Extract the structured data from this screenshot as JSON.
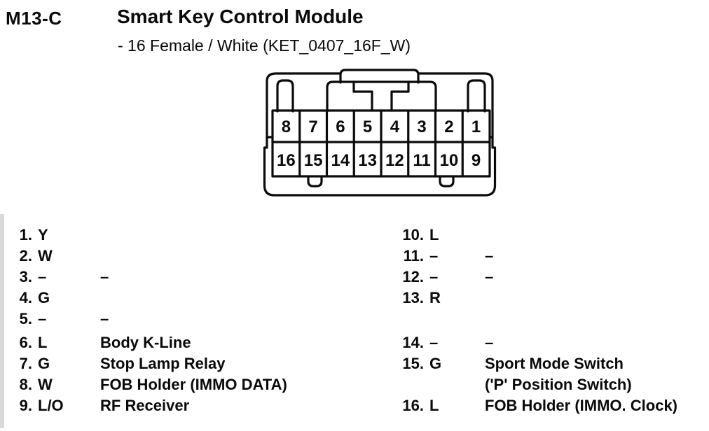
{
  "header": {
    "connector_id": "M13-C",
    "title": "Smart Key Control Module",
    "subtitle": "- 16 Female / White (KET_0407_16F_W)"
  },
  "connector": {
    "type": "16-pin female connector, white",
    "top_row_pins": [
      "8",
      "7",
      "6",
      "5",
      "4",
      "3",
      "2",
      "1"
    ],
    "bottom_row_pins": [
      "16",
      "15",
      "14",
      "13",
      "12",
      "11",
      "10",
      "9"
    ]
  },
  "pin_table": {
    "left_rows": [
      {
        "num": "1.",
        "color": "Y",
        "desc": ""
      },
      {
        "num": "2.",
        "color": "W",
        "desc": ""
      },
      {
        "num": "3.",
        "color": "–",
        "desc": "–"
      },
      {
        "num": "4.",
        "color": "G",
        "desc": ""
      },
      {
        "num": "5.",
        "color": "–",
        "desc": "–"
      },
      {
        "num": "6.",
        "color": "L",
        "desc": "Body K-Line"
      },
      {
        "num": "7.",
        "color": "G",
        "desc": "Stop Lamp Relay"
      },
      {
        "num": "8.",
        "color": "W",
        "desc": "FOB Holder (IMMO DATA)"
      },
      {
        "num": "9.",
        "color": "L/O",
        "desc": "RF Receiver"
      }
    ],
    "right_rows": [
      {
        "num": "10.",
        "color": "L",
        "desc": ""
      },
      {
        "num": "11.",
        "color": "–",
        "desc": "–"
      },
      {
        "num": "12.",
        "color": "–",
        "desc": "–"
      },
      {
        "num": "13.",
        "color": "R",
        "desc": ""
      },
      {
        "num": "",
        "color": "",
        "desc": ""
      },
      {
        "num": "14.",
        "color": "–",
        "desc": "–"
      },
      {
        "num": "15.",
        "color": "G",
        "desc": "Sport Mode Switch"
      },
      {
        "num": "",
        "color": "",
        "desc": "('P' Position Switch)"
      },
      {
        "num": "16.",
        "color": "L",
        "desc": "FOB Holder (IMMO. Clock)"
      }
    ]
  }
}
